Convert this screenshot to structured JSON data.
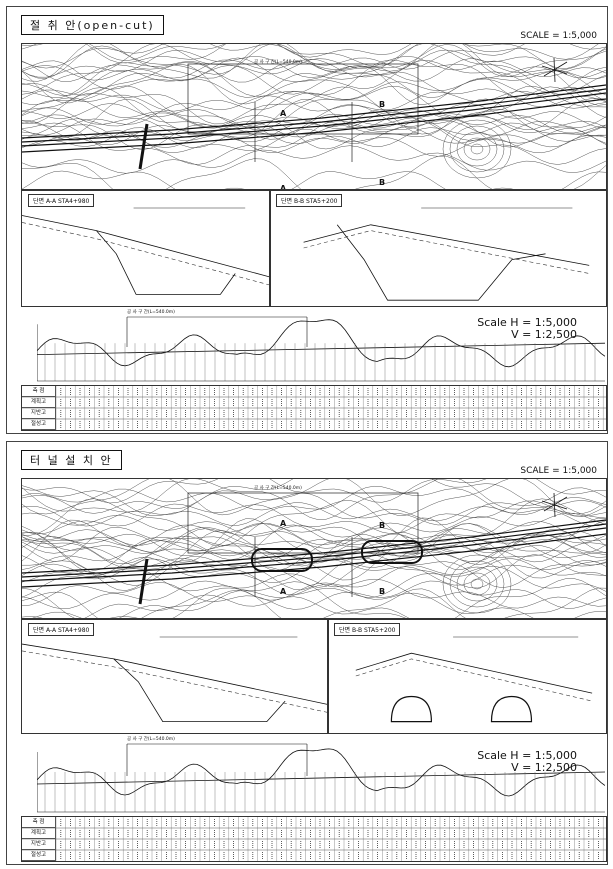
{
  "panels": [
    {
      "title": "절 취 안(open-cut)",
      "scale": "SCALE = 1:5,000",
      "map_span_label": "공 사 구 간(L=540.0m)",
      "section_a": "단면 A-A  STA4+980",
      "section_b": "단면 B-B  STA5+200",
      "profile_span_label": "공 사 구 간(L=540.0m)",
      "profile_scale": "Scale H = 1:5,000\n        V = 1:2,500",
      "markers": [
        "A",
        "A",
        "B",
        "B"
      ],
      "table_rows": [
        "측 점",
        "계획고",
        "지반고",
        "절성고"
      ]
    },
    {
      "title": "터 널 설 치 안",
      "scale": "SCALE = 1:5,000",
      "map_span_label": "공 사 구 간(L=540.0m)",
      "section_a": "단면 A-A  STA4+980",
      "section_b": "단면 B-B  STA5+200",
      "profile_span_label": "공 사 구 간(L=540.0m)",
      "profile_scale": "Scale H = 1:5,000\n        V = 1:2,500",
      "markers": [
        "A",
        "A",
        "B",
        "B"
      ],
      "table_rows": [
        "측 점",
        "계획고",
        "지반고",
        "절성고"
      ]
    }
  ]
}
